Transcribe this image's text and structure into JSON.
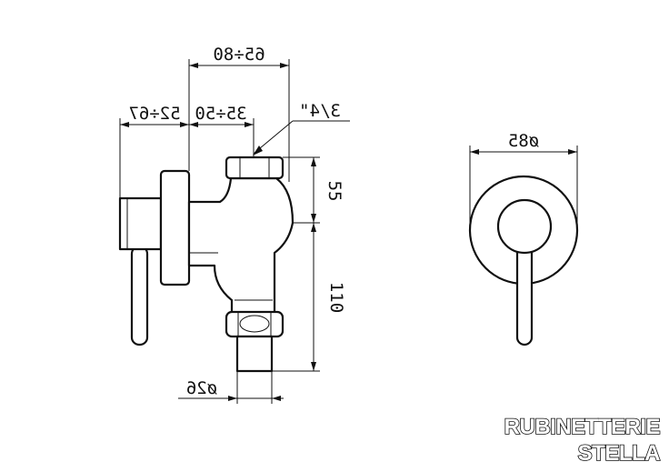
{
  "dimensions": {
    "overall_depth": "65÷80",
    "depth_left": "52÷67",
    "depth_right": "35÷50",
    "thread": "3/4\"",
    "upper_height": "55",
    "lower_height": "110",
    "outlet_diameter": "ø26",
    "plate_diameter": "ø85"
  },
  "brand": {
    "line1": "RUBINETTERIE",
    "line2": "STELLA"
  }
}
